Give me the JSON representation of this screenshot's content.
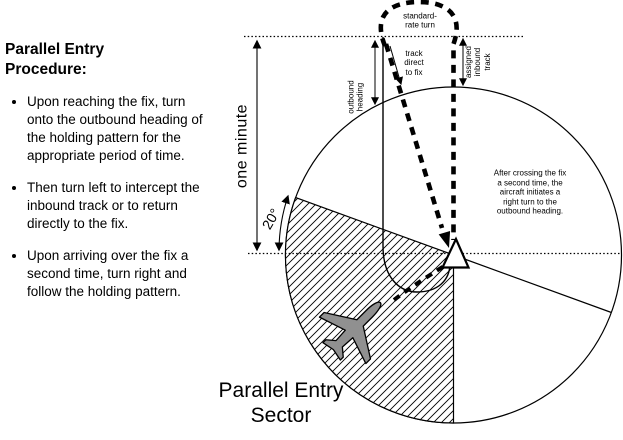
{
  "left_panel": {
    "title": "Parallel Entry\nProcedure:",
    "bullets": [
      "Upon reaching the fix, turn onto the outbound heading of the holding pattern for the appropriate period of time.",
      "Then turn left to intercept the inbound track or to return directly to the fix.",
      "Upon arriving over the fix a second time, turn right and follow the holding pattern."
    ]
  },
  "diagram": {
    "labels": {
      "standard_rate_turn": "standard-\nrate turn",
      "track_direct_to_fix": "track\ndirect\nto fix",
      "outbound_heading": "outbound\nheading",
      "assigned_inbound_track": "assigned\ninbound\ntrack",
      "one_minute": "one minute",
      "angle": "20°",
      "note": "After crossing the fix\na second time, the\naircraft initiates a\nright turn to the\noutbound heading.",
      "sector_title": "Parallel Entry\nSector"
    },
    "colors": {
      "line": "#000000",
      "airplane_fill": "#909090",
      "background": "#ffffff"
    }
  }
}
